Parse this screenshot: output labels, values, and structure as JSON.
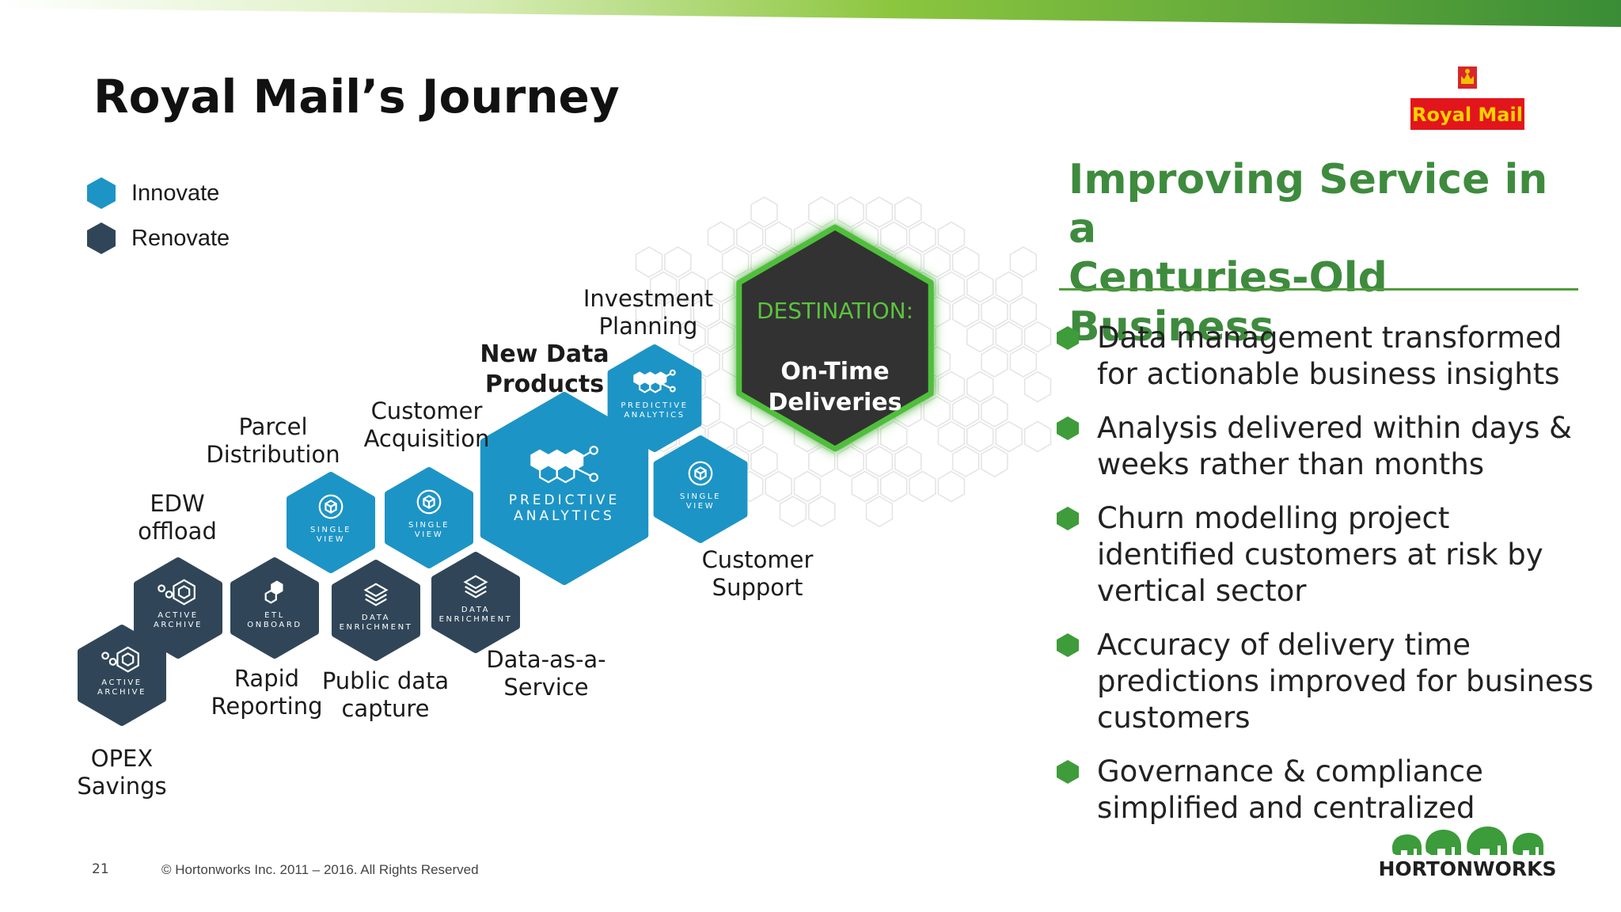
{
  "slide": {
    "title": "Royal Mail’s Journey",
    "page_number": "21",
    "copyright": "© Hortonworks Inc. 2011 – 2016. All Rights Reserved"
  },
  "legend": [
    {
      "label": "Innovate",
      "color": "#1d94c6"
    },
    {
      "label": "Renovate",
      "color": "#304658"
    }
  ],
  "colors": {
    "innovate": "#1d94c6",
    "renovate": "#304658",
    "destination": "#333333",
    "accent_green": "#3e8b3e"
  },
  "logos": {
    "royal_mail": "Royal Mail",
    "hortonworks": "HORTONWORKS"
  },
  "destination": {
    "kicker": "DESTINATION:",
    "line1": "On-Time",
    "line2": "Deliveries"
  },
  "steps": [
    {
      "label": [
        "OPEX",
        "Savings"
      ],
      "icon": "hive-icon",
      "badge": [
        "ACTIVE",
        "ARCHIVE"
      ],
      "kind": "renovate"
    },
    {
      "label": [
        "EDW",
        "offload"
      ],
      "icon": "hive-icon",
      "badge": [
        "ACTIVE",
        "ARCHIVE"
      ],
      "kind": "renovate"
    },
    {
      "label": [
        "Rapid",
        "Reporting"
      ],
      "icon": "etl-icon",
      "badge": [
        "ETL",
        "ONBOARD"
      ],
      "kind": "renovate"
    },
    {
      "label": [
        "Parcel",
        "Distribution"
      ],
      "icon": "cube-icon",
      "badge": [
        "SINGLE",
        "VIEW"
      ],
      "kind": "innovate"
    },
    {
      "label": [
        "Public data",
        "capture"
      ],
      "icon": "layers-icon",
      "badge": [
        "DATA",
        "ENRICHMENT"
      ],
      "kind": "renovate"
    },
    {
      "label": [
        "Customer",
        "Acquisition"
      ],
      "icon": "cube-icon",
      "badge": [
        "SINGLE",
        "VIEW"
      ],
      "kind": "innovate"
    },
    {
      "label": [
        "Data-as-a-",
        "Service"
      ],
      "icon": "layers-icon",
      "badge": [
        "DATA",
        "ENRICHMENT"
      ],
      "kind": "renovate"
    },
    {
      "label": [
        "New Data",
        "Products"
      ],
      "icon": "analytics-icon",
      "badge": [
        "PREDICTIVE",
        "ANALYTICS"
      ],
      "kind": "innovate"
    },
    {
      "label": [
        "Investment",
        "Planning"
      ],
      "icon": "analytics-icon",
      "badge": [
        "PREDICTIVE",
        "ANALYTICS"
      ],
      "kind": "innovate"
    },
    {
      "label": [
        "Customer",
        "Support"
      ],
      "icon": "cube-icon",
      "badge": [
        "SINGLE",
        "VIEW"
      ],
      "kind": "innovate"
    }
  ],
  "panel": {
    "headline": [
      "Improving Service in a",
      "Centuries-Old Business"
    ],
    "bullets": [
      "Data management transformed for actionable business insights",
      "Analysis delivered within days & weeks rather than months",
      "Churn modelling project identified customers at risk by vertical sector",
      "Accuracy of delivery time predictions improved for business customers",
      "Governance & compliance simplified and centralized"
    ]
  }
}
